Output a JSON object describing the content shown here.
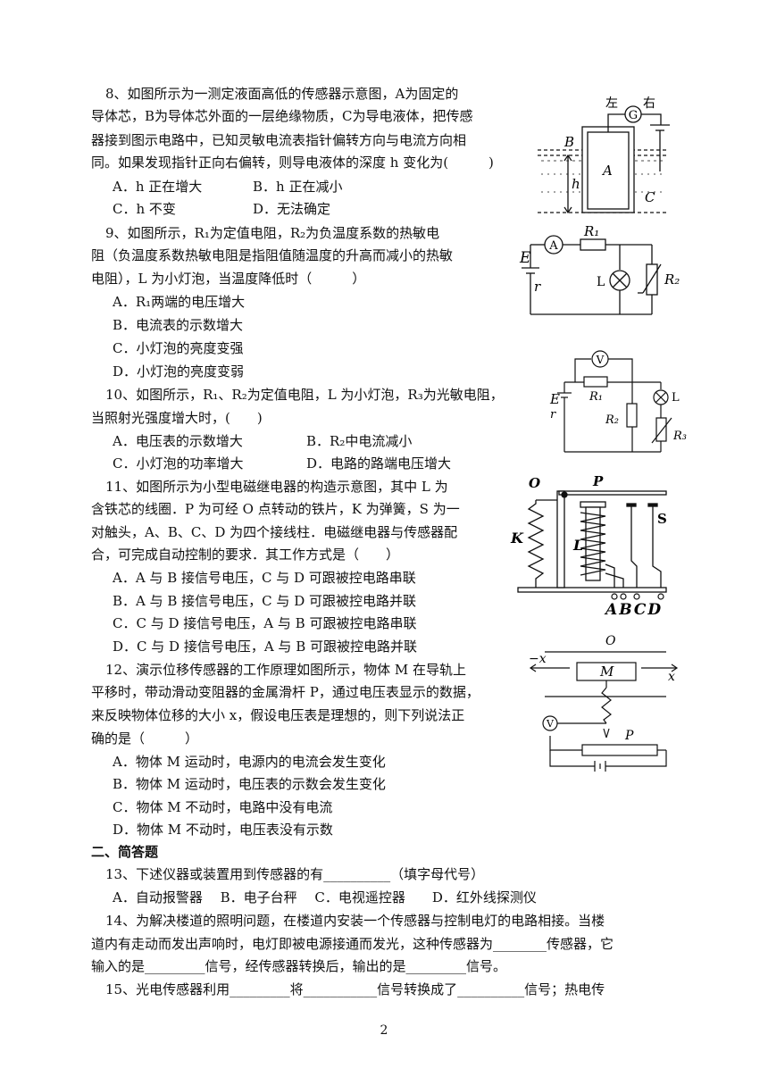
{
  "q8": {
    "lines": [
      "8、如图所示为一测定液面高低的传感器示意图，A为固定的",
      "导体芯，B为导体芯外面的一层绝缘物质，C为导电液体，把传感",
      "器接到图示电路中，已知灵敏电流表指针偏转方向与电流方向相",
      "同。如果发现指针正向右偏转，则导电液体的深度 h 变化为(　　　)"
    ],
    "options": [
      "A．h 正在增大",
      "B．h 正在减小",
      "C．h 不变",
      "D．无法确定"
    ],
    "figure": {
      "left": "左",
      "right": "右",
      "G": "G",
      "A": "A",
      "B": "B",
      "C": "C",
      "h": "h"
    }
  },
  "q9": {
    "lines": [
      "9、如图所示，R₁为定值电阻，R₂为负温度系数的热敏电",
      "阻（负温度系数热敏电阻是指阻值随温度的升高而减小的热敏",
      "电阻），L 为小灯泡，当温度降低时（　　　）"
    ],
    "options": [
      "A．R₁两端的电压增大",
      "B．电流表的示数增大",
      "C．小灯泡的亮度变强",
      "D．小灯泡的亮度变弱"
    ],
    "figure": {
      "A": "A",
      "R1": "R₁",
      "E": "E",
      "r": "r",
      "L": "L",
      "R2": "R₂"
    }
  },
  "q10": {
    "lines": [
      "10、如图所示，R₁、R₂为定值电阻，L 为小灯泡，R₃为光敏电阻，",
      "当照射光强度增大时，(　　)"
    ],
    "options": [
      "A．电压表的示数增大",
      "B．R₂中电流减小",
      "C．小灯泡的功率增大",
      "D．电路的路端电压增大"
    ],
    "figure": {
      "V": "V",
      "E": "E",
      "r": "r",
      "R1": "R₁",
      "L": "L",
      "R2": "R₂",
      "R3": "R₃"
    }
  },
  "q11": {
    "lines": [
      "11、如图所示为小型电磁继电器的构造示意图，其中 L 为",
      "含铁芯的线圈．P 为可经 O 点转动的铁片，K 为弹簧，S 为一",
      "对触头，A、B、C、D 为四个接线柱．电磁继电器与传感器配",
      "合，可完成自动控制的要求．其工作方式是（　　）"
    ],
    "options": [
      "A．A 与 B 接信号电压，C 与 D 可跟被控电路串联",
      "B．A 与 B 接信号电压，C 与 D 可跟被控电路并联",
      "C．C 与  D 接信号电压，A 与 B 可跟被控电路串联",
      "D．C 与  D 接信号电压，A 与 B 可跟被控电路并联"
    ],
    "figure": {
      "O": "O",
      "P": "P",
      "S": "S",
      "K": "K",
      "L": "L",
      "terminals": "ABCD"
    }
  },
  "q12": {
    "lines": [
      "12、演示位移传感器的工作原理如图所示，物体 M 在导轨上",
      "平移时，带动滑动变阻器的金属滑杆 P，通过电压表显示的数据，",
      "来反映物体位移的大小 x，假设电压表是理想的，则下列说法正",
      "确的是（　　　）"
    ],
    "options": [
      "A．物体 M 运动时，电源内的电流会发生变化",
      "B．物体 M 运动时，电压表的示数会发生变化",
      "C．物体 M 不动时，电路中没有电流",
      "D．物体 M 不动时，电压表没有示数"
    ],
    "figure": {
      "O": "O",
      "minus_x": "−x",
      "x": "x",
      "M": "M",
      "V": "V",
      "P": "P"
    }
  },
  "section2": "二、简答题",
  "q13": {
    "line": "13、下述仪器或装置用到传感器的有__________（填字母代号）",
    "options": "A．自动报警器　 B．电子台秤　  C．电视遥控器　　D．红外线探测仪"
  },
  "q14": {
    "lines": [
      "14、为解决楼道的照明问题，在楼道内安装一个传感器与控制电灯的电路相接。当楼",
      "道内有走动而发出声响时，电灯即被电源接通而发光，这种传感器为________传感器，它",
      "输入的是_________信号，经传感器转换后，输出的是_________信号。"
    ]
  },
  "q15": {
    "line": "15、光电传感器利用_________将___________信号转换成了__________信号；热电传"
  },
  "page_number": "2"
}
